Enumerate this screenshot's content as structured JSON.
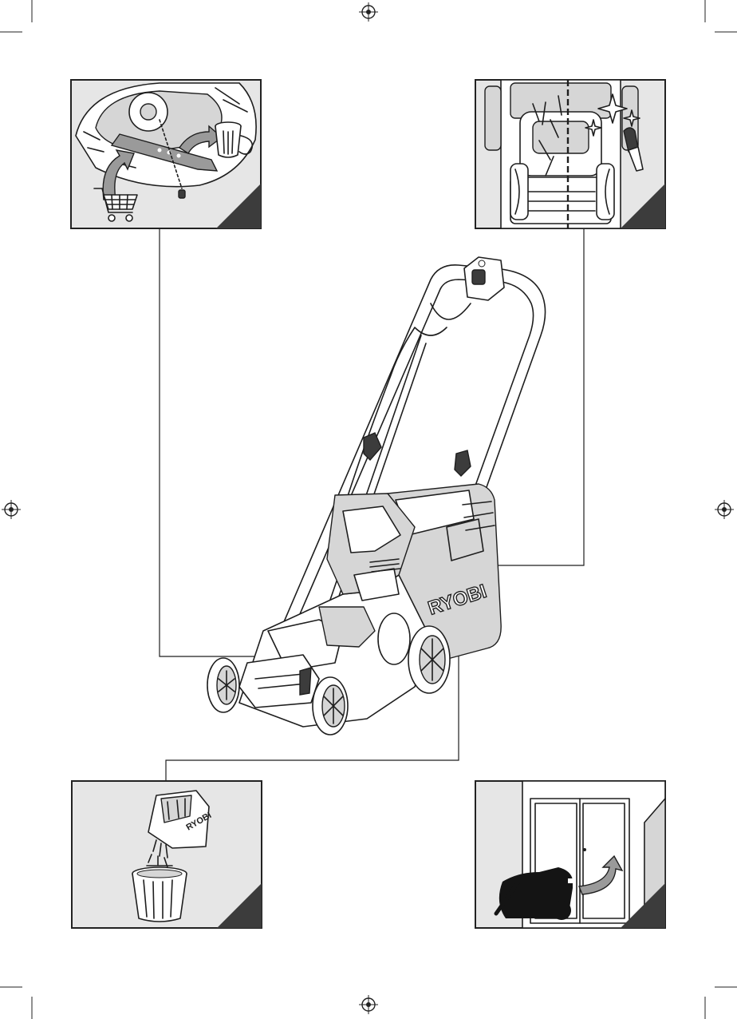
{
  "brand": {
    "name": "RYOBI"
  },
  "figure": {
    "panels": [
      {
        "id": "blade-replacement",
        "icon": "shopping-cart-icon"
      },
      {
        "id": "deck-cleaning",
        "icon": "brush-icon"
      },
      {
        "id": "grass-bag-emptying",
        "icon": "trash-bin-icon"
      },
      {
        "id": "storage-shed",
        "icon": "curved-arrow-icon"
      }
    ]
  },
  "colors": {
    "panel_bg": "#e6e6e6",
    "ink": "#1e1e1e",
    "corner_tab": "#3c3c3c",
    "silhouette": "#141414"
  }
}
